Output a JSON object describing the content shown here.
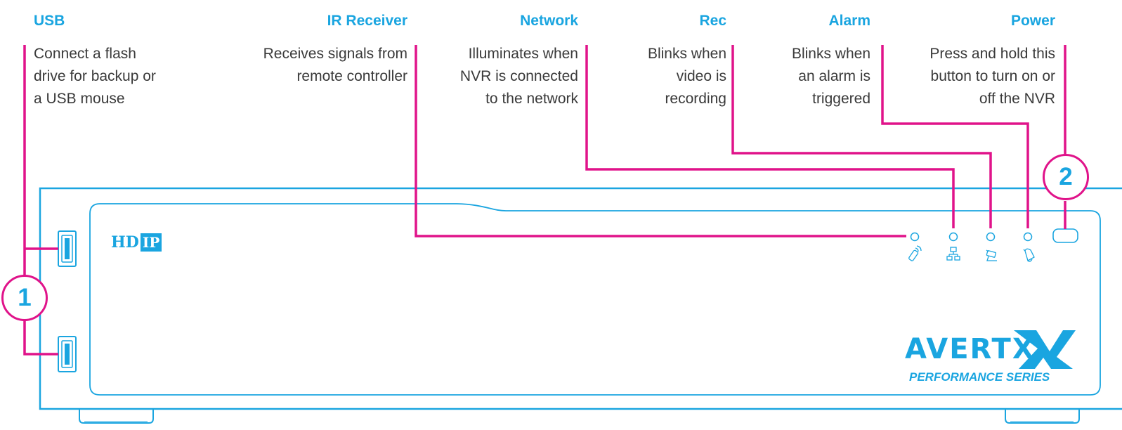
{
  "labels": {
    "usb": {
      "title": "USB",
      "lines": [
        "Connect a flash",
        "drive for backup or",
        "a USB mouse"
      ]
    },
    "ir_receiver": {
      "title": "IR Receiver",
      "lines": [
        "Receives signals from",
        "remote controller"
      ]
    },
    "network": {
      "title": "Network",
      "lines": [
        "Illuminates when",
        "NVR is connected",
        "to the network"
      ]
    },
    "rec": {
      "title": "Rec",
      "lines": [
        "Blinks when",
        "video is",
        "recording"
      ]
    },
    "alarm": {
      "title": "Alarm",
      "lines": [
        "Blinks when",
        "an alarm is",
        "triggered"
      ]
    },
    "power": {
      "title": "Power",
      "lines": [
        "Press and hold this",
        "button to turn on or",
        "off the NVR"
      ]
    }
  },
  "badges": {
    "usb": "1",
    "power": "2"
  },
  "device": {
    "logo_hd": "HD",
    "logo_ip": "IP",
    "brand": "AVERTX",
    "series": "PERFORMANCE SERIES"
  },
  "icons": [
    "ir-remote-icon",
    "network-icon",
    "camera-icon",
    "alarm-bell-icon"
  ],
  "colors": {
    "accent_blue": "#1aa5e0",
    "callout_magenta": "#e0138a",
    "text": "#3a3a3a"
  }
}
